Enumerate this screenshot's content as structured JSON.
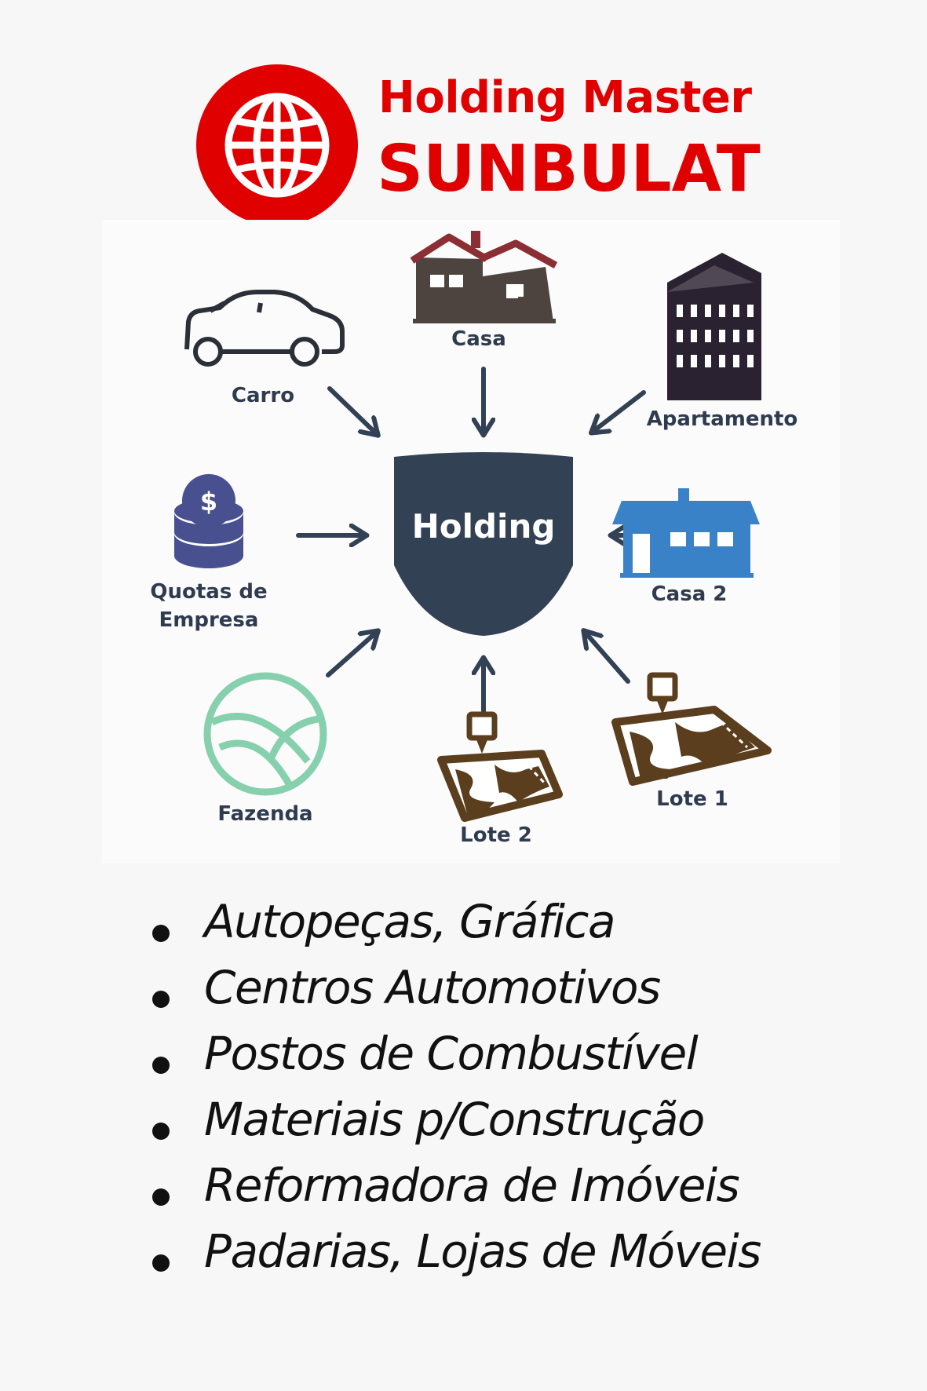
{
  "header": {
    "line1": "Holding Master",
    "line2": "SUNBULAT"
  },
  "diagram": {
    "center": "Holding",
    "items": {
      "casa": "Casa",
      "carro": "Carro",
      "apartamento": "Apartamento",
      "quotas_line1": "Quotas de",
      "quotas_line2": "Empresa",
      "casa2": "Casa 2",
      "fazenda": "Fazenda",
      "lote2": "Lote 2",
      "lote1": "Lote 1"
    }
  },
  "bullets": [
    "Autopeças, Gráfica",
    "Centros Automotivos",
    "Postos de Combustível",
    "Materiais p/Construção",
    "Reformadora de Imóveis",
    "Padarias, Lojas de Móveis"
  ],
  "colors": {
    "brand_red": "#e00000",
    "shield_navy": "#334155",
    "label_navy": "#2f3b4f",
    "house_roof": "#8b2f35",
    "house_body": "#4e443f",
    "building": "#2a2230",
    "coins": "#48508f",
    "casa2_blue": "#3a82c8",
    "fazenda_green": "#86d0ad",
    "lote_brown": "#5a3e1e"
  }
}
